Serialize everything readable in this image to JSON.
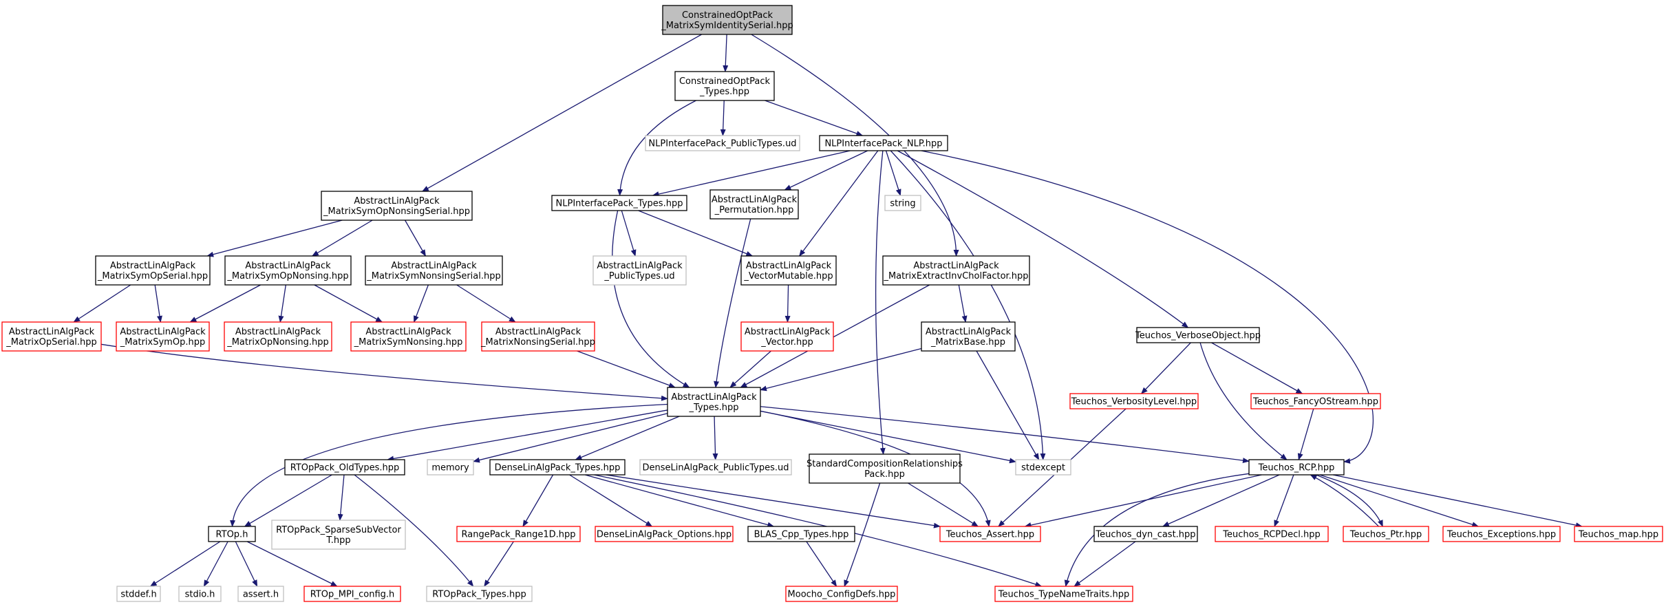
{
  "colors": {
    "edge": "#191970",
    "normal_border": "#000000",
    "incomplete_border": "#ff0000",
    "external_border": "#bfbfbf",
    "root_fill": "#bfbfbf",
    "node_fill": "#ffffff",
    "background": "#ffffff"
  },
  "nodes": [
    {
      "id": "root",
      "lines": [
        "ConstrainedOptPack",
        "_MatrixSymIdentitySerial.hpp"
      ],
      "kind": "root"
    },
    {
      "id": "copt_types",
      "lines": [
        "ConstrainedOptPack",
        "_Types.hpp"
      ],
      "kind": "normal"
    },
    {
      "id": "nlp_pub",
      "lines": [
        "NLPInterfacePack_PublicTypes.ud"
      ],
      "kind": "external"
    },
    {
      "id": "nlp_nlp",
      "lines": [
        "NLPInterfacePack_NLP.hpp"
      ],
      "kind": "normal"
    },
    {
      "id": "ala_msons",
      "lines": [
        "AbstractLinAlgPack",
        "_MatrixSymOpNonsingSerial.hpp"
      ],
      "kind": "normal"
    },
    {
      "id": "nlp_types",
      "lines": [
        "NLPInterfacePack_Types.hpp"
      ],
      "kind": "normal"
    },
    {
      "id": "ala_perm",
      "lines": [
        "AbstractLinAlgPack",
        "_Permutation.hpp"
      ],
      "kind": "normal"
    },
    {
      "id": "string",
      "lines": [
        "string"
      ],
      "kind": "external"
    },
    {
      "id": "ala_mso_ser",
      "lines": [
        "AbstractLinAlgPack",
        "_MatrixSymOpSerial.hpp"
      ],
      "kind": "normal"
    },
    {
      "id": "ala_msonons",
      "lines": [
        "AbstractLinAlgPack",
        "_MatrixSymOpNonsing.hpp"
      ],
      "kind": "normal"
    },
    {
      "id": "ala_msnons_ser",
      "lines": [
        "AbstractLinAlgPack",
        "_MatrixSymNonsingSerial.hpp"
      ],
      "kind": "normal"
    },
    {
      "id": "ala_pub",
      "lines": [
        "AbstractLinAlgPack",
        "_PublicTypes.ud"
      ],
      "kind": "external"
    },
    {
      "id": "ala_vecmut",
      "lines": [
        "AbstractLinAlgPack",
        "_VectorMutable.hpp"
      ],
      "kind": "normal"
    },
    {
      "id": "ala_meicf",
      "lines": [
        "AbstractLinAlgPack",
        "_MatrixExtractInvCholFactor.hpp"
      ],
      "kind": "normal"
    },
    {
      "id": "ala_mopser",
      "lines": [
        "AbstractLinAlgPack",
        "_MatrixOpSerial.hpp"
      ],
      "kind": "incomplete"
    },
    {
      "id": "ala_msymop",
      "lines": [
        "AbstractLinAlgPack",
        "_MatrixSymOp.hpp"
      ],
      "kind": "incomplete"
    },
    {
      "id": "ala_mopnons",
      "lines": [
        "AbstractLinAlgPack",
        "_MatrixOpNonsing.hpp"
      ],
      "kind": "incomplete"
    },
    {
      "id": "ala_msymnons",
      "lines": [
        "AbstractLinAlgPack",
        "_MatrixSymNonsing.hpp"
      ],
      "kind": "incomplete"
    },
    {
      "id": "ala_mnonsser",
      "lines": [
        "AbstractLinAlgPack",
        "_MatrixNonsingSerial.hpp"
      ],
      "kind": "incomplete"
    },
    {
      "id": "ala_vector",
      "lines": [
        "AbstractLinAlgPack",
        "_Vector.hpp"
      ],
      "kind": "incomplete"
    },
    {
      "id": "ala_mbase",
      "lines": [
        "AbstractLinAlgPack",
        "_MatrixBase.hpp"
      ],
      "kind": "normal"
    },
    {
      "id": "teu_verb",
      "lines": [
        "Teuchos_VerboseObject.hpp"
      ],
      "kind": "normal"
    },
    {
      "id": "ala_types",
      "lines": [
        "AbstractLinAlgPack",
        "_Types.hpp"
      ],
      "kind": "normal"
    },
    {
      "id": "teu_vlevel",
      "lines": [
        "Teuchos_VerbosityLevel.hpp"
      ],
      "kind": "incomplete"
    },
    {
      "id": "teu_fos",
      "lines": [
        "Teuchos_FancyOStream.hpp"
      ],
      "kind": "incomplete"
    },
    {
      "id": "rtop_old",
      "lines": [
        "RTOpPack_OldTypes.hpp"
      ],
      "kind": "normal"
    },
    {
      "id": "memory",
      "lines": [
        "memory"
      ],
      "kind": "external"
    },
    {
      "id": "dla_types",
      "lines": [
        "DenseLinAlgPack_Types.hpp"
      ],
      "kind": "normal"
    },
    {
      "id": "dla_pub",
      "lines": [
        "DenseLinAlgPack_PublicTypes.ud"
      ],
      "kind": "external"
    },
    {
      "id": "scr_pack",
      "lines": [
        "StandardCompositionRelationships",
        "Pack.hpp"
      ],
      "kind": "normal"
    },
    {
      "id": "stdexcept",
      "lines": [
        "stdexcept"
      ],
      "kind": "external"
    },
    {
      "id": "teu_rcp",
      "lines": [
        "Teuchos_RCP.hpp"
      ],
      "kind": "normal"
    },
    {
      "id": "rtop_h",
      "lines": [
        "RTOp.h"
      ],
      "kind": "normal"
    },
    {
      "id": "rtop_sparse",
      "lines": [
        "RTOpPack_SparseSubVector",
        "T.hpp"
      ],
      "kind": "external"
    },
    {
      "id": "rp_range",
      "lines": [
        "RangePack_Range1D.hpp"
      ],
      "kind": "incomplete"
    },
    {
      "id": "dla_opts",
      "lines": [
        "DenseLinAlgPack_Options.hpp"
      ],
      "kind": "incomplete"
    },
    {
      "id": "blas",
      "lines": [
        "BLAS_Cpp_Types.hpp"
      ],
      "kind": "normal"
    },
    {
      "id": "teu_assert",
      "lines": [
        "Teuchos_Assert.hpp"
      ],
      "kind": "incomplete"
    },
    {
      "id": "teu_dyn",
      "lines": [
        "Teuchos_dyn_cast.hpp"
      ],
      "kind": "normal"
    },
    {
      "id": "teu_rcpdecl",
      "lines": [
        "Teuchos_RCPDecl.hpp"
      ],
      "kind": "incomplete"
    },
    {
      "id": "teu_ptr",
      "lines": [
        "Teuchos_Ptr.hpp"
      ],
      "kind": "incomplete"
    },
    {
      "id": "teu_exc",
      "lines": [
        "Teuchos_Exceptions.hpp"
      ],
      "kind": "incomplete"
    },
    {
      "id": "teu_map",
      "lines": [
        "Teuchos_map.hpp"
      ],
      "kind": "incomplete"
    },
    {
      "id": "stddef",
      "lines": [
        "stddef.h"
      ],
      "kind": "external"
    },
    {
      "id": "stdio",
      "lines": [
        "stdio.h"
      ],
      "kind": "external"
    },
    {
      "id": "assert",
      "lines": [
        "assert.h"
      ],
      "kind": "external"
    },
    {
      "id": "rtop_mpi",
      "lines": [
        "RTOp_MPI_config.h"
      ],
      "kind": "incomplete"
    },
    {
      "id": "rtop_types",
      "lines": [
        "RTOpPack_Types.hpp"
      ],
      "kind": "external"
    },
    {
      "id": "moocho",
      "lines": [
        "Moocho_ConfigDefs.hpp"
      ],
      "kind": "incomplete"
    },
    {
      "id": "teu_tnt",
      "lines": [
        "Teuchos_TypeNameTraits.hpp"
      ],
      "kind": "incomplete"
    }
  ],
  "edges": [
    [
      "root",
      "copt_types"
    ],
    [
      "root",
      "ala_msons"
    ],
    [
      "root",
      "ala_meicf"
    ],
    [
      "copt_types",
      "nlp_pub"
    ],
    [
      "copt_types",
      "nlp_nlp"
    ],
    [
      "copt_types",
      "nlp_types"
    ],
    [
      "nlp_nlp",
      "nlp_types"
    ],
    [
      "nlp_nlp",
      "ala_perm"
    ],
    [
      "nlp_nlp",
      "string"
    ],
    [
      "nlp_nlp",
      "ala_vecmut"
    ],
    [
      "nlp_nlp",
      "teu_verb"
    ],
    [
      "nlp_nlp",
      "teu_rcp"
    ],
    [
      "nlp_nlp",
      "stdexcept"
    ],
    [
      "nlp_nlp",
      "scr_pack"
    ],
    [
      "nlp_types",
      "ala_pub"
    ],
    [
      "nlp_types",
      "ala_vecmut"
    ],
    [
      "nlp_types",
      "ala_types"
    ],
    [
      "ala_perm",
      "ala_types"
    ],
    [
      "ala_msons",
      "ala_mso_ser"
    ],
    [
      "ala_msons",
      "ala_msonons"
    ],
    [
      "ala_msons",
      "ala_msnons_ser"
    ],
    [
      "ala_mso_ser",
      "ala_mopser"
    ],
    [
      "ala_mso_ser",
      "ala_msymop"
    ],
    [
      "ala_msonons",
      "ala_msymop"
    ],
    [
      "ala_msonons",
      "ala_mopnons"
    ],
    [
      "ala_msonons",
      "ala_msymnons"
    ],
    [
      "ala_msnons_ser",
      "ala_msymnons"
    ],
    [
      "ala_msnons_ser",
      "ala_mnonsser"
    ],
    [
      "ala_mopser",
      "ala_types"
    ],
    [
      "ala_mnonsser",
      "ala_types"
    ],
    [
      "ala_vecmut",
      "ala_vector"
    ],
    [
      "ala_vector",
      "ala_types"
    ],
    [
      "ala_meicf",
      "ala_mbase"
    ],
    [
      "ala_meicf",
      "ala_types"
    ],
    [
      "ala_mbase",
      "ala_types"
    ],
    [
      "ala_mbase",
      "stdexcept"
    ],
    [
      "teu_verb",
      "teu_vlevel"
    ],
    [
      "teu_verb",
      "teu_fos"
    ],
    [
      "teu_verb",
      "teu_rcp"
    ],
    [
      "teu_fos",
      "teu_rcp"
    ],
    [
      "teu_vlevel",
      "teu_assert"
    ],
    [
      "ala_types",
      "rtop_old"
    ],
    [
      "ala_types",
      "memory"
    ],
    [
      "ala_types",
      "dla_types"
    ],
    [
      "ala_types",
      "dla_pub"
    ],
    [
      "ala_types",
      "stdexcept"
    ],
    [
      "ala_types",
      "teu_rcp"
    ],
    [
      "ala_types",
      "teu_assert"
    ],
    [
      "ala_types",
      "rtop_h"
    ],
    [
      "rtop_old",
      "rtop_h"
    ],
    [
      "rtop_old",
      "rtop_sparse"
    ],
    [
      "rtop_old",
      "rtop_types"
    ],
    [
      "rtop_h",
      "stddef"
    ],
    [
      "rtop_h",
      "stdio"
    ],
    [
      "rtop_h",
      "assert"
    ],
    [
      "rtop_h",
      "rtop_mpi"
    ],
    [
      "dla_types",
      "rp_range"
    ],
    [
      "dla_types",
      "dla_opts"
    ],
    [
      "dla_types",
      "blas"
    ],
    [
      "dla_types",
      "teu_assert"
    ],
    [
      "dla_types",
      "teu_tnt"
    ],
    [
      "rp_range",
      "rtop_types"
    ],
    [
      "blas",
      "moocho"
    ],
    [
      "scr_pack",
      "teu_assert"
    ],
    [
      "scr_pack",
      "moocho"
    ],
    [
      "teu_rcp",
      "teu_assert"
    ],
    [
      "teu_rcp",
      "teu_dyn"
    ],
    [
      "teu_rcp",
      "teu_rcpdecl"
    ],
    [
      "teu_rcp",
      "teu_ptr"
    ],
    [
      "teu_rcp",
      "teu_exc"
    ],
    [
      "teu_rcp",
      "teu_map"
    ],
    [
      "teu_rcp",
      "teu_tnt"
    ],
    [
      "teu_ptr",
      "teu_rcp"
    ],
    [
      "teu_dyn",
      "teu_tnt"
    ]
  ]
}
